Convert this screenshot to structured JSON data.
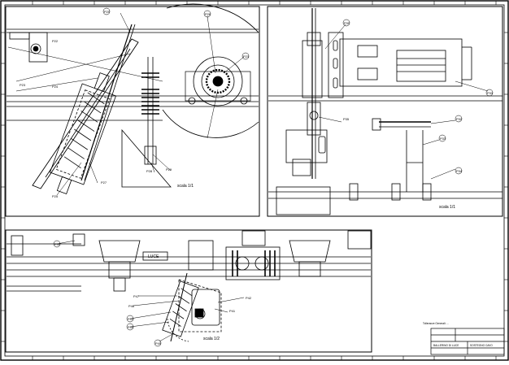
{
  "drawing": {
    "view_scales": {
      "left_upper": "scala 1/1",
      "right_upper": "scala 1/1",
      "lower": "scala 1/2"
    },
    "corner_note": "Tolleranze Generali: ...",
    "balloons": {
      "upper_left": [
        "P20",
        "P26",
        "P21",
        "P22",
        "P23",
        "P24",
        "P25",
        "P27",
        "P28",
        "P29"
      ],
      "upper_right": [
        "P30",
        "P31",
        "P32",
        "P33",
        "P34",
        "P35"
      ],
      "lower": [
        "P40",
        "P41",
        "P42",
        "P43",
        "P44",
        "P45",
        "P46",
        "P47"
      ]
    },
    "lower_label": "LUCE",
    "title_block": {
      "label_a": "BALLERINO DI LUCE",
      "label_b": "SOSTEGNO CAVO"
    }
  },
  "colors": {
    "line": "#000000",
    "paper": "#ffffff",
    "hatch": "#3a3a3a"
  }
}
